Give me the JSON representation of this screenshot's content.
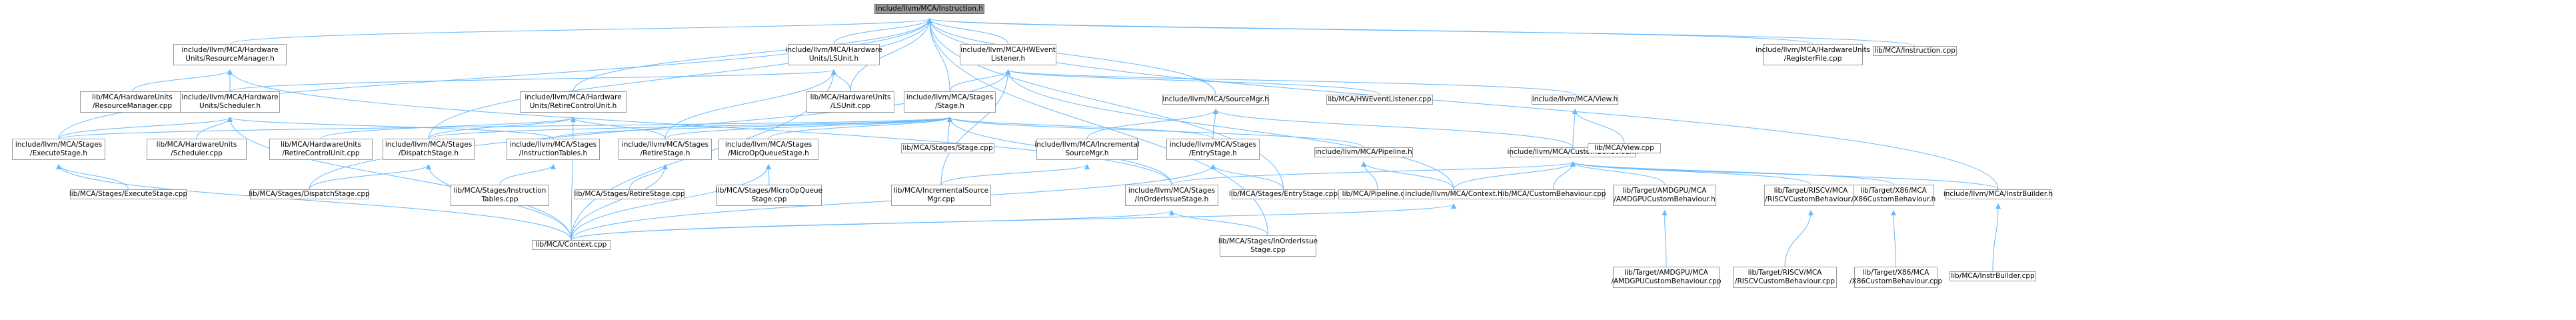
{
  "graph": {
    "root": "instruction_h",
    "nodes": [
      {
        "id": "instruction_h",
        "label": "include/llvm/MCA/Instruction.h"
      },
      {
        "id": "resourcemanager_h",
        "label": "include/llvm/MCA/Hardware\nUnits/ResourceManager.h"
      },
      {
        "id": "lsunit_h",
        "label": "include/llvm/MCA/Hardware\nUnits/LSUnit.h"
      },
      {
        "id": "hweventlistener_h",
        "label": "include/llvm/MCA/HWEvent\nListener.h"
      },
      {
        "id": "registerfile_h",
        "label": "include/llvm/MCA/HardwareUnits\n/RegisterFile.cpp"
      },
      {
        "id": "instruction_cpp",
        "label": "lib/MCA/Instruction.cpp"
      },
      {
        "id": "resourcemanager_cpp",
        "label": "lib/MCA/HardwareUnits\n/ResourceManager.cpp"
      },
      {
        "id": "scheduler_h",
        "label": "include/llvm/MCA/Hardware\nUnits/Scheduler.h"
      },
      {
        "id": "retirecontrolunit_h",
        "label": "include/llvm/MCA/Hardware\nUnits/RetireControlUnit.h"
      },
      {
        "id": "lsunit_cpp",
        "label": "lib/MCA/HardwareUnits\n/LSUnit.cpp"
      },
      {
        "id": "stage_h",
        "label": "include/llvm/MCA/Stages\n/Stage.h"
      },
      {
        "id": "sourcemgr_h",
        "label": "include/llvm/MCA/SourceMgr.h"
      },
      {
        "id": "hweventlistener_cpp",
        "label": "lib/MCA/HWEventListener.cpp"
      },
      {
        "id": "view_h",
        "label": "include/llvm/MCA/View.h"
      },
      {
        "id": "executestage_h",
        "label": "include/llvm/MCA/Stages\n/ExecuteStage.h"
      },
      {
        "id": "scheduler_cpp",
        "label": "lib/MCA/HardwareUnits\n/Scheduler.cpp"
      },
      {
        "id": "retirecontrolunit_cpp",
        "label": "lib/MCA/HardwareUnits\n/RetireControlUnit.cpp"
      },
      {
        "id": "dispatchstage_h",
        "label": "include/llvm/MCA/Stages\n/DispatchStage.h"
      },
      {
        "id": "instructiontables_h",
        "label": "include/llvm/MCA/Stages\n/InstructionTables.h"
      },
      {
        "id": "retirestage_h",
        "label": "include/llvm/MCA/Stages\n/RetireStage.h"
      },
      {
        "id": "microopqueuestage_h",
        "label": "include/llvm/MCA/Stages\n/MicroOpQueueStage.h"
      },
      {
        "id": "stage_cpp",
        "label": "lib/MCA/Stages/Stage.cpp"
      },
      {
        "id": "incrementalsourcemgr_h",
        "label": "include/llvm/MCA/Incremental\nSourceMgr.h"
      },
      {
        "id": "entrystage_h",
        "label": "include/llvm/MCA/Stages\n/EntryStage.h"
      },
      {
        "id": "pipeline_h",
        "label": "include/llvm/MCA/Pipeline.h"
      },
      {
        "id": "custombehaviour_h",
        "label": "include/llvm/MCA/CustomBehaviour.h"
      },
      {
        "id": "view_cpp",
        "label": "lib/MCA/View.cpp"
      },
      {
        "id": "executestage_cpp",
        "label": "lib/MCA/Stages/ExecuteStage.cpp"
      },
      {
        "id": "dispatchstage_cpp",
        "label": "lib/MCA/Stages/DispatchStage.cpp"
      },
      {
        "id": "instructiontables_cpp",
        "label": "lib/MCA/Stages/Instruction\nTables.cpp"
      },
      {
        "id": "retirestage_cpp",
        "label": "lib/MCA/Stages/RetireStage.cpp"
      },
      {
        "id": "microopqueuestage_cpp",
        "label": "lib/MCA/Stages/MicroOpQueue\nStage.cpp"
      },
      {
        "id": "incrementalsourcemgr_cpp",
        "label": "lib/MCA/IncrementalSource\nMgr.cpp"
      },
      {
        "id": "inorderissuestage_h",
        "label": "include/llvm/MCA/Stages\n/InOrderIssueStage.h"
      },
      {
        "id": "entrystage_cpp",
        "label": "lib/MCA/Stages/EntryStage.cpp"
      },
      {
        "id": "pipeline_cpp",
        "label": "lib/MCA/Pipeline.cpp"
      },
      {
        "id": "context_h",
        "label": "include/llvm/MCA/Context.h"
      },
      {
        "id": "custombehaviour_cpp",
        "label": "lib/MCA/CustomBehaviour.cpp"
      },
      {
        "id": "amdgpucb_h",
        "label": "lib/Target/AMDGPU/MCA\n/AMDGPUCustomBehaviour.h"
      },
      {
        "id": "riscvcb_h",
        "label": "lib/Target/RISCV/MCA\n/RISCVCustomBehaviour.h"
      },
      {
        "id": "x86cb_h",
        "label": "lib/Target/X86/MCA\n/X86CustomBehaviour.h"
      },
      {
        "id": "instrbuilder_h",
        "label": "include/llvm/MCA/InstrBuilder.h"
      },
      {
        "id": "context_cpp",
        "label": "lib/MCA/Context.cpp"
      },
      {
        "id": "inorderissuestage_cpp",
        "label": "lib/MCA/Stages/InOrderIssue\nStage.cpp"
      },
      {
        "id": "amdgpucb_cpp",
        "label": "lib/Target/AMDGPU/MCA\n/AMDGPUCustomBehaviour.cpp"
      },
      {
        "id": "riscvcb_cpp",
        "label": "lib/Target/RISCV/MCA\n/RISCVCustomBehaviour.cpp"
      },
      {
        "id": "x86cb_cpp",
        "label": "lib/Target/X86/MCA\n/X86CustomBehaviour.cpp"
      },
      {
        "id": "instrbuilder_cpp",
        "label": "lib/MCA/InstrBuilder.cpp"
      }
    ],
    "edges": [
      [
        "resourcemanager_h",
        "instruction_h"
      ],
      [
        "lsunit_h",
        "instruction_h"
      ],
      [
        "hweventlistener_h",
        "instruction_h"
      ],
      [
        "registerfile_h",
        "instruction_h"
      ],
      [
        "instruction_cpp",
        "instruction_h"
      ],
      [
        "executestage_h",
        "instruction_h"
      ],
      [
        "retirecontrolunit_h",
        "instruction_h"
      ],
      [
        "lsunit_cpp",
        "instruction_h"
      ],
      [
        "stage_h",
        "instruction_h"
      ],
      [
        "sourcemgr_h",
        "instruction_h"
      ],
      [
        "instrbuilder_h",
        "instruction_h"
      ],
      [
        "inorderissuestage_cpp",
        "instruction_h"
      ],
      [
        "dispatchstage_h",
        "instruction_h"
      ],
      [
        "entrystage_cpp",
        "instruction_h"
      ],
      [
        "resourcemanager_cpp",
        "resourcemanager_h"
      ],
      [
        "scheduler_h",
        "resourcemanager_h"
      ],
      [
        "inorderissuestage_h",
        "resourcemanager_h"
      ],
      [
        "scheduler_h",
        "lsunit_h"
      ],
      [
        "lsunit_cpp",
        "lsunit_h"
      ],
      [
        "retirestage_h",
        "lsunit_h"
      ],
      [
        "context_cpp",
        "lsunit_h"
      ],
      [
        "stage_h",
        "hweventlistener_h"
      ],
      [
        "hweventlistener_cpp",
        "hweventlistener_h"
      ],
      [
        "view_h",
        "hweventlistener_h"
      ],
      [
        "dispatchstage_cpp",
        "hweventlistener_h"
      ],
      [
        "context_h",
        "hweventlistener_h"
      ],
      [
        "incrementalsourcemgr_cpp",
        "hweventlistener_h"
      ],
      [
        "executestage_h",
        "scheduler_h"
      ],
      [
        "scheduler_cpp",
        "scheduler_h"
      ],
      [
        "instructiontables_h",
        "scheduler_h"
      ],
      [
        "context_cpp",
        "scheduler_h"
      ],
      [
        "retirecontrolunit_cpp",
        "retirecontrolunit_h"
      ],
      [
        "dispatchstage_h",
        "retirecontrolunit_h"
      ],
      [
        "retirestage_h",
        "retirecontrolunit_h"
      ],
      [
        "context_cpp",
        "retirecontrolunit_h"
      ],
      [
        "executestage_h",
        "stage_h"
      ],
      [
        "dispatchstage_h",
        "stage_h"
      ],
      [
        "instructiontables_h",
        "stage_h"
      ],
      [
        "retirestage_h",
        "stage_h"
      ],
      [
        "microopqueuestage_h",
        "stage_h"
      ],
      [
        "stage_cpp",
        "stage_h"
      ],
      [
        "entrystage_h",
        "stage_h"
      ],
      [
        "inorderissuestage_h",
        "stage_h"
      ],
      [
        "pipeline_h",
        "stage_h"
      ],
      [
        "incrementalsourcemgr_h",
        "sourcemgr_h"
      ],
      [
        "entrystage_h",
        "sourcemgr_h"
      ],
      [
        "custombehaviour_h",
        "sourcemgr_h"
      ],
      [
        "view_cpp",
        "view_h"
      ],
      [
        "custombehaviour_h",
        "view_h"
      ],
      [
        "executestage_cpp",
        "executestage_h"
      ],
      [
        "context_cpp",
        "executestage_h"
      ],
      [
        "dispatchstage_cpp",
        "dispatchstage_h"
      ],
      [
        "context_cpp",
        "dispatchstage_h"
      ],
      [
        "instructiontables_cpp",
        "instructiontables_h"
      ],
      [
        "retirestage_cpp",
        "retirestage_h"
      ],
      [
        "context_cpp",
        "retirestage_h"
      ],
      [
        "microopqueuestage_cpp",
        "microopqueuestage_h"
      ],
      [
        "context_cpp",
        "microopqueuestage_h"
      ],
      [
        "incrementalsourcemgr_cpp",
        "incrementalsourcemgr_h"
      ],
      [
        "entrystage_cpp",
        "entrystage_h"
      ],
      [
        "context_cpp",
        "entrystage_h"
      ],
      [
        "pipeline_cpp",
        "pipeline_h"
      ],
      [
        "context_h",
        "pipeline_h"
      ],
      [
        "custombehaviour_cpp",
        "custombehaviour_h"
      ],
      [
        "amdgpucb_h",
        "custombehaviour_h"
      ],
      [
        "riscvcb_h",
        "custombehaviour_h"
      ],
      [
        "x86cb_h",
        "custombehaviour_h"
      ],
      [
        "instrbuilder_h",
        "custombehaviour_h"
      ],
      [
        "inorderissuestage_h",
        "custombehaviour_h"
      ],
      [
        "context_h",
        "custombehaviour_h"
      ],
      [
        "context_cpp",
        "inorderissuestage_h"
      ],
      [
        "inorderissuestage_cpp",
        "inorderissuestage_h"
      ],
      [
        "context_cpp",
        "context_h"
      ],
      [
        "amdgpucb_cpp",
        "amdgpucb_h"
      ],
      [
        "riscvcb_cpp",
        "riscvcb_h"
      ],
      [
        "x86cb_cpp",
        "x86cb_h"
      ],
      [
        "instrbuilder_cpp",
        "instrbuilder_h"
      ]
    ]
  }
}
